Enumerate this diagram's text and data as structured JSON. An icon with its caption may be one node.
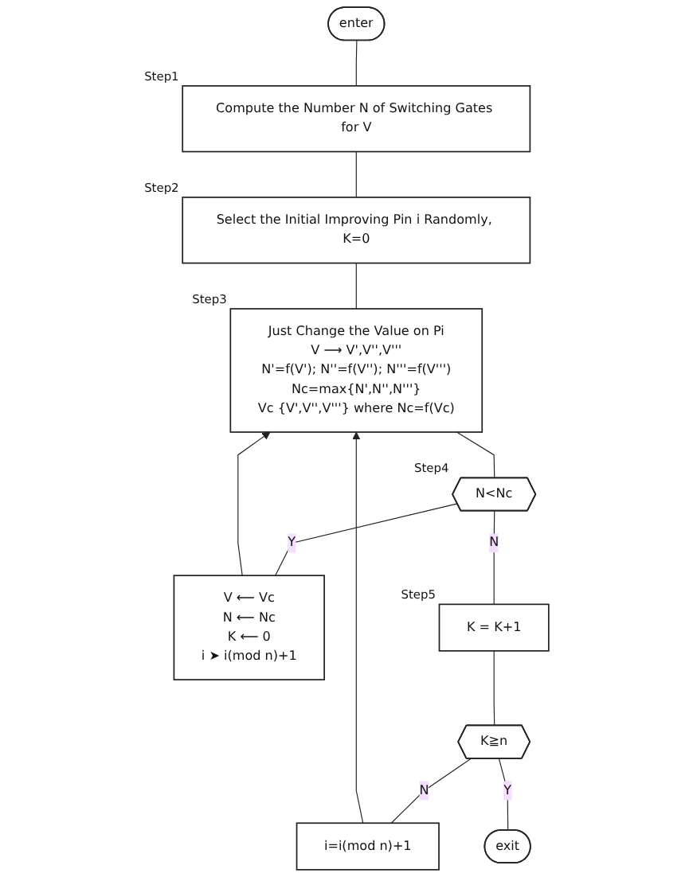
{
  "diagram": {
    "nodes": [
      {
        "text": [
          "enter"
        ]
      },
      {
        "text": [
          "Compute the Number N of Switching Gates for V"
        ],
        "beside": [
          "Step1"
        ]
      },
      {
        "text": [
          "Select the Initial Improving Pin i Randomly, K=0"
        ],
        "beside": [
          "Step2"
        ]
      },
      {
        "text": [
          "Just Change the Value on Pi",
          "V ⟶ V',V'',V'''",
          "N'=f(V'); N''=f(V''); N'''=f(V''')",
          "Nc=max{N',N'',N'''}",
          "Vc {V',V'',V'''} where Nc=f(Vc)"
        ],
        "beside": [
          "Step3"
        ]
      },
      {
        "text": [
          "V ⟵ Vc",
          "N ⟵ Nc",
          "K ⟵ 0",
          "i ➤ i(mod n)+1"
        ]
      },
      {
        "text": [
          "N<Nc"
        ],
        "beside": [
          "Step4"
        ]
      },
      {
        "text": [
          "i=i(mod n)+1"
        ]
      },
      {
        "text": [
          "K = K+1"
        ],
        "beside": [
          "Step5"
        ]
      },
      {
        "text": [
          "K≧n"
        ]
      },
      {
        "text": [
          "exit"
        ]
      }
    ],
    "edges": [
      {
        "from": 0,
        "to": 1,
        "arrow": "none"
      },
      {
        "from": 1,
        "to": 2,
        "arrow": "none"
      },
      {
        "from": 2,
        "to": 3,
        "arrow": "none"
      },
      {
        "from": 6,
        "to": 3,
        "arrow": "to"
      },
      {
        "from": 4,
        "to": 3,
        "arrow": "to"
      },
      {
        "from": 3,
        "to": 5,
        "arrow": "none"
      },
      {
        "from": 5,
        "to": 4,
        "label": "Y",
        "arrow": "none"
      },
      {
        "from": 5,
        "to": 7,
        "label": "N",
        "arrow": "none"
      },
      {
        "from": 7,
        "to": 8,
        "arrow": "none"
      },
      {
        "from": 8,
        "to": 6,
        "label": "N",
        "arrow": "none"
      },
      {
        "from": 8,
        "to": 9,
        "label": "Y",
        "arrow": "none"
      }
    ]
  }
}
